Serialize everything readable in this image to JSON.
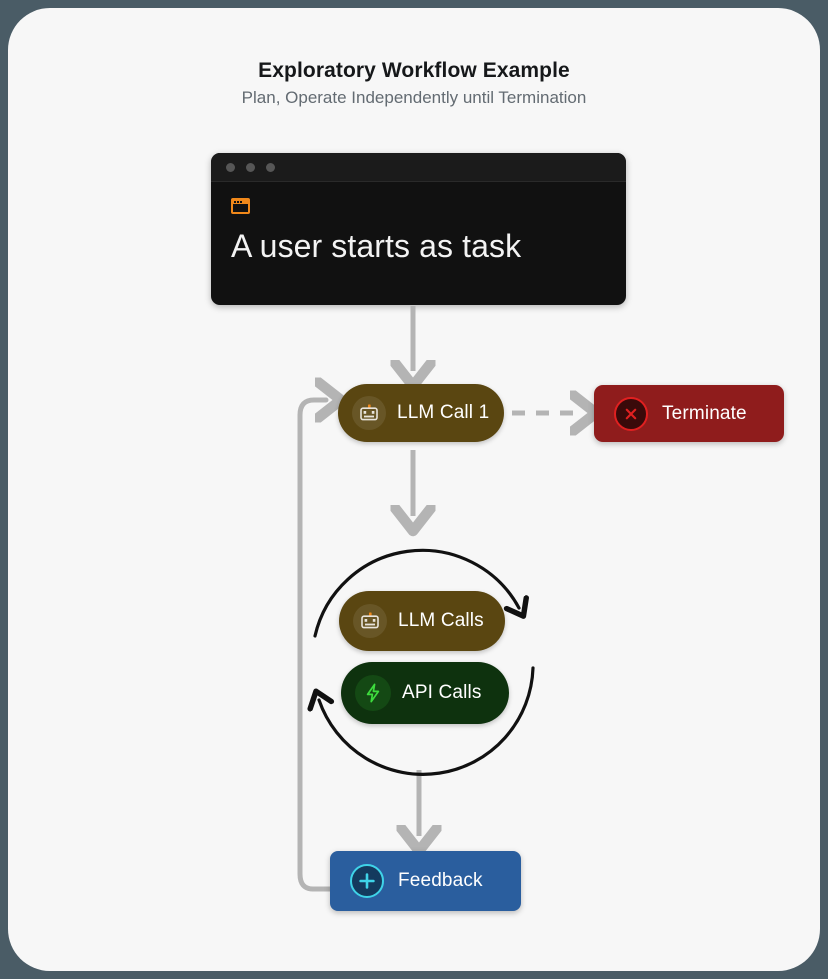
{
  "header": {
    "title": "Exploratory Workflow Example",
    "subtitle": "Plan, Operate Independently until Termination"
  },
  "terminal": {
    "icon": "window-icon",
    "command": "A user starts as task",
    "dots": [
      "close-dot",
      "minimize-dot",
      "maximize-dot"
    ]
  },
  "nodes": {
    "llm_call_1": {
      "label": "LLM Call 1",
      "icon": "robot-icon",
      "color": "#5a4611"
    },
    "terminate": {
      "label": "Terminate",
      "icon": "circle-x-icon",
      "color": "#8f1c1c"
    },
    "llm_calls": {
      "label": "LLM Calls",
      "icon": "robot-icon",
      "color": "#5a4611"
    },
    "api_calls": {
      "label": "API Calls",
      "icon": "lightning-bolt-icon",
      "color": "#0e320e"
    },
    "feedback": {
      "label": "Feedback",
      "icon": "circle-plus-icon",
      "color": "#2a5e9e"
    }
  },
  "edges": {
    "start_to_llm1": {
      "style": "solid",
      "color": "#b4b4b4"
    },
    "llm1_to_terminate": {
      "style": "dashed",
      "color": "#b4b4b4"
    },
    "llm1_to_loop": {
      "style": "solid",
      "color": "#b4b4b4"
    },
    "loop_to_feedback": {
      "style": "solid",
      "color": "#b4b4b4"
    },
    "feedback_to_llm1": {
      "style": "solid",
      "color": "#b4b4b4"
    },
    "loop_top": {
      "style": "solid",
      "color": "#111111"
    },
    "loop_bottom": {
      "style": "solid",
      "color": "#111111"
    }
  },
  "colors": {
    "page_background": "#4a5c66",
    "card_background": "#f7f7f7",
    "terminal_background": "#111111",
    "accent_orange": "#f0881a",
    "accent_green": "#3ddc3d",
    "accent_red": "#e02020",
    "accent_cyan": "#3fd3e8"
  }
}
